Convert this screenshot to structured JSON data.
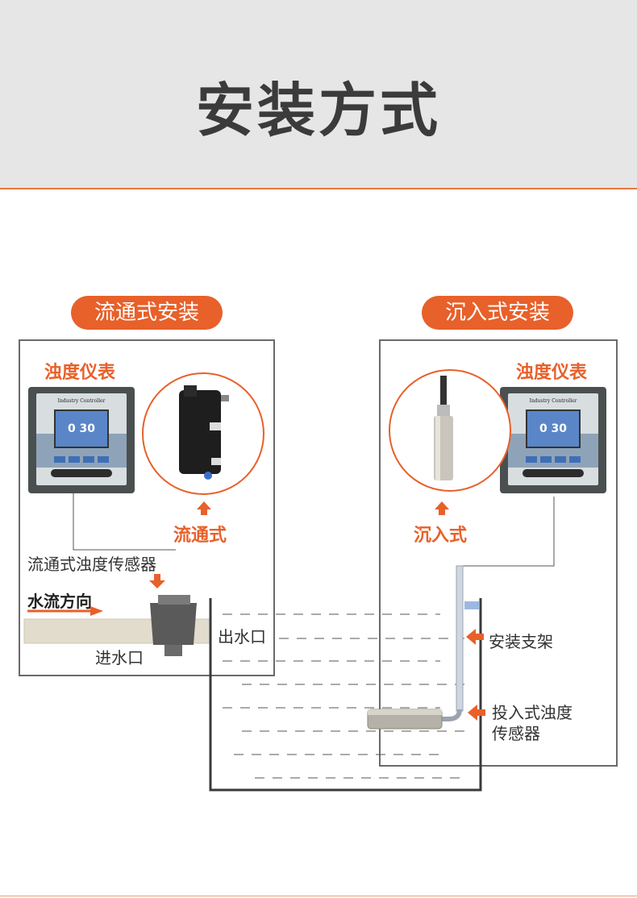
{
  "title": "安装方式",
  "left": {
    "pill": "流通式安装",
    "meter_label": "浊度仪表",
    "meter_brand": "Industry Controller",
    "meter_reading": "0 30",
    "sensor_type": "流通式",
    "sensor_caption": "流通式浊度传感器",
    "flow_direction": "水流方向",
    "inlet": "进水口"
  },
  "right": {
    "pill": "沉入式安装",
    "meter_label": "浊度仪表",
    "meter_brand": "Industry Controller",
    "meter_reading": "0 30",
    "sensor_type": "沉入式",
    "outlet": "出水口",
    "bracket": "安装支架",
    "sensor_caption_1": "投入式浊度",
    "sensor_caption_2": "传感器"
  },
  "colors": {
    "accent": "#e8602a",
    "header_bg": "#e6e6e6",
    "border": "#6a6a6a"
  }
}
